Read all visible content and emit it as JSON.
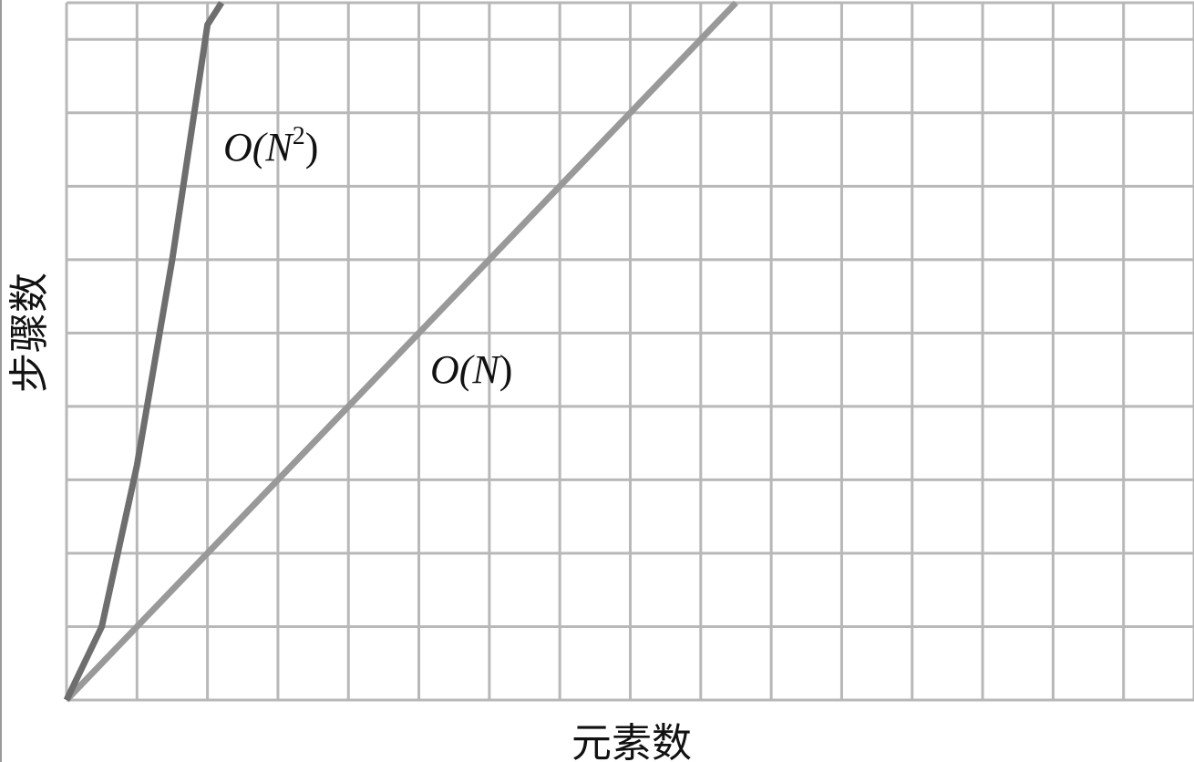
{
  "chart_data": {
    "type": "line",
    "xlabel": "元素数",
    "ylabel": "步骤数",
    "xlim": [
      0,
      16
    ],
    "ylim": [
      0,
      9.5
    ],
    "x_grid_count": 16,
    "y_grid_count": 9.5,
    "grid": true,
    "legend": "none",
    "series": [
      {
        "label_main": "O(N",
        "label_sup": "2",
        "label_close": ")",
        "color": "#6e6e6e",
        "kind": "quadratic",
        "points": [
          {
            "x": 0,
            "y": 0
          },
          {
            "x": 0.5,
            "y": 1.0
          },
          {
            "x": 1.0,
            "y": 3.2
          },
          {
            "x": 1.5,
            "y": 6.0
          },
          {
            "x": 2.0,
            "y": 9.2
          },
          {
            "x": 2.2,
            "y": 9.5
          }
        ]
      },
      {
        "label_main": "O(N",
        "label_close": ")",
        "color": "#999999",
        "kind": "linear",
        "points": [
          {
            "x": 0,
            "y": 0
          },
          {
            "x": 9.5,
            "y": 9.5
          }
        ]
      }
    ]
  }
}
